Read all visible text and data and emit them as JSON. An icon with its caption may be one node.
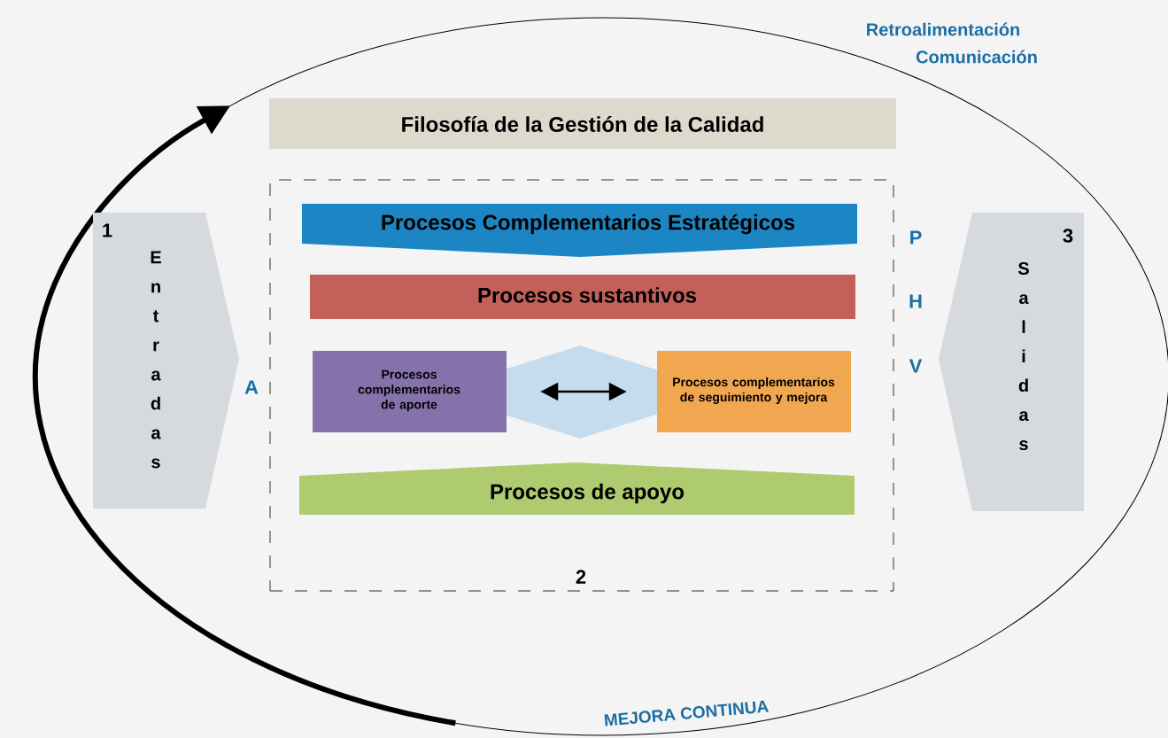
{
  "diagram": {
    "nodes": [
      {
        "text": [
          "Filosofía de la Gestión de la Calidad"
        ]
      },
      {
        "text": [
          "2"
        ]
      },
      {
        "text": [
          "Procesos Complementarios Estratégicos"
        ],
        "in": 1
      },
      {
        "text": [
          "Procesos sustantivos"
        ],
        "in": 1
      },
      {
        "text": [
          "Procesos complementarios de aporte"
        ],
        "in": 1
      },
      {
        "text": [
          "Procesos complementarios de seguimiento y mejora"
        ],
        "in": 1
      },
      {
        "text": [
          "Procesos de apoyo"
        ],
        "in": 1
      },
      {
        "text": [
          "1",
          "Entradas"
        ]
      },
      {
        "text": [
          "3",
          "Salidas"
        ]
      }
    ],
    "edges": [
      {
        "from": 4,
        "to": 5,
        "arrow": "both"
      }
    ],
    "labels": [
      "Retroalimentación",
      "Comunicación",
      "P",
      "H",
      "V",
      "A",
      "MEJORA CONTINUA"
    ]
  }
}
